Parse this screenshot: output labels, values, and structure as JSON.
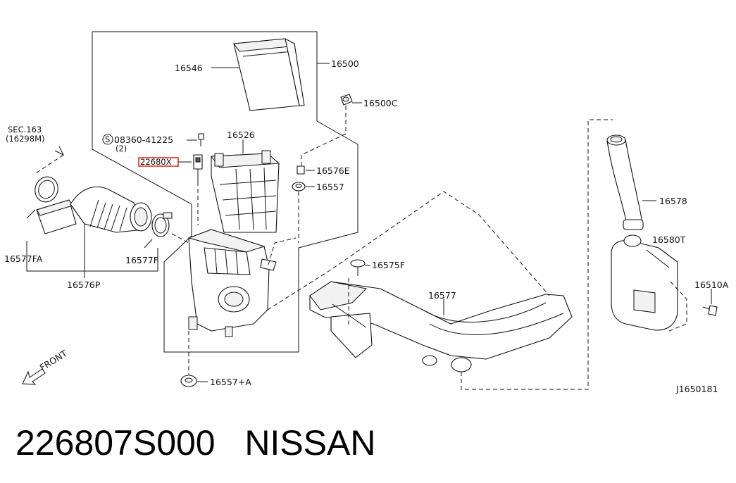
{
  "labels": {
    "air_cleaner_assy": "16500",
    "filter_element": "16546",
    "nut": "16500C",
    "cover": "16526",
    "bolt_code": "08360-41225",
    "bolt_qty": "(2)",
    "sensor_highlight": "22680X",
    "clip": "16576E",
    "grommet": "16557",
    "grommet_a": "16557+A",
    "section_ref": "SEC.163",
    "section_ref_sub": "(16298M)",
    "clamp_left": "16577FA",
    "clamp_right": "16577F",
    "duct_hose": "16576P",
    "inlet_clip": "16575F",
    "inlet_duct": "16577",
    "resonator_hose": "16578",
    "resonator": "16580T",
    "bolt_resonator": "16510A",
    "front": "FRONT",
    "diagram_id": "J1650181"
  },
  "footer": {
    "part_number": "226807S000",
    "brand": "NISSAN"
  },
  "colors": {
    "highlight": "#e03020",
    "line": "#111111"
  }
}
